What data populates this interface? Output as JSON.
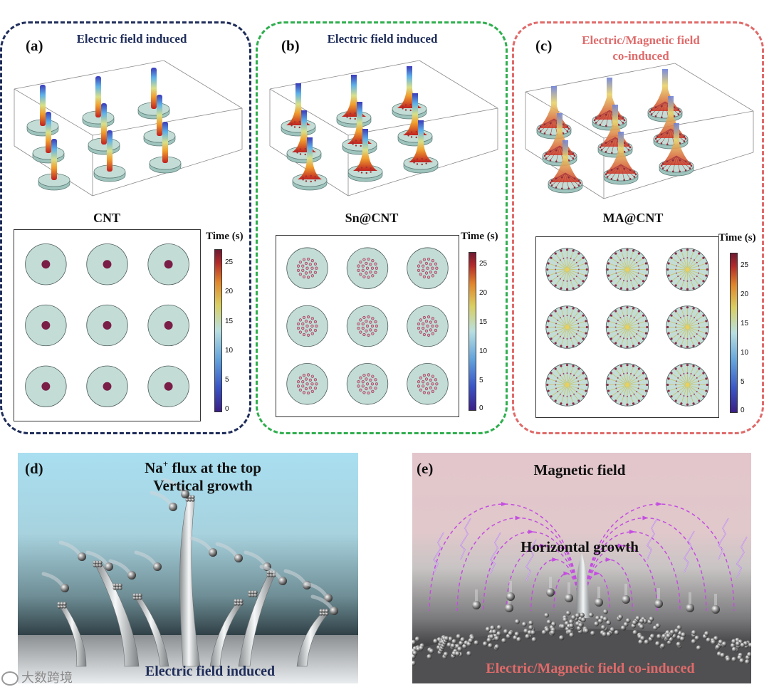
{
  "panels": [
    {
      "label": "(a)",
      "title": "Electric field induced",
      "title_color": "#1f2d5a",
      "frame_color": "#1f2d5a",
      "subtitle": "CNT",
      "mode": "dot"
    },
    {
      "label": "(b)",
      "title": "Electric field induced",
      "title_color": "#1f2d5a",
      "frame_color": "#2fae4e",
      "subtitle": "Sn@CNT",
      "mode": "cluster"
    },
    {
      "label": "(c)",
      "title_line1": "Electric/Magnetic field",
      "title_line2": "co-induced",
      "title_color": "#e06a6a",
      "frame_color": "#e06a6a",
      "subtitle": "MA@CNT",
      "mode": "radial"
    }
  ],
  "colorbar": {
    "label": "Time (s)",
    "ticks": [
      "25",
      "20",
      "15",
      "10",
      "5",
      "0"
    ]
  },
  "illustration_d": {
    "label": "(d)",
    "line1_pre": "Na",
    "line1_sup": "+",
    "line1_post": " flux at the top",
    "line2": "Vertical growth",
    "bottom": "Electric field induced",
    "bottom_color": "#1f2d5a"
  },
  "illustration_e": {
    "label": "(e)",
    "magnetic": "Magnetic field",
    "horizontal": "Horizontal growth",
    "bottom": "Electric/Magnetic field co-induced",
    "bottom_color": "#e06a6a"
  },
  "watermark": "大数跨境",
  "colors": {
    "disk_fill": "#c3dcd6",
    "disk_edge": "#5f7d78",
    "dot": "#7a1d47",
    "sky_d": "#aee0f0",
    "sky_e": "#e3c6cc",
    "arc": "#c44de0"
  }
}
